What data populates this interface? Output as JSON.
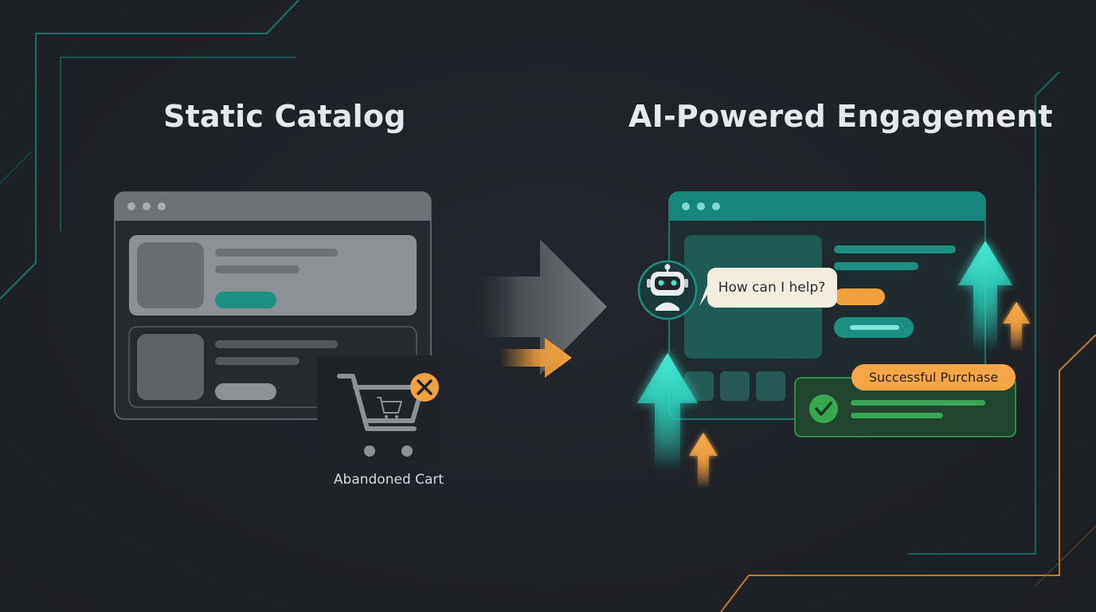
{
  "left_panel": {
    "title": "Static Catalog",
    "cart_caption": "Abandoned Cart"
  },
  "right_panel": {
    "title": "AI-Powered Engagement",
    "chat_bubble": "How can I help?",
    "purchase_badge": "Successful Purchase"
  },
  "colors": {
    "background": "#1e2126",
    "teal_accent": "#1a8f82",
    "glow_teal": "#3ee8d0",
    "orange_accent": "#f2a03d",
    "gray_window": "#6e7176",
    "success_green": "#36a852"
  },
  "icons": [
    "robot-icon",
    "shopping-cart-icon",
    "close-icon",
    "checkmark-icon",
    "arrow-right-icon",
    "arrow-up-icon"
  ]
}
